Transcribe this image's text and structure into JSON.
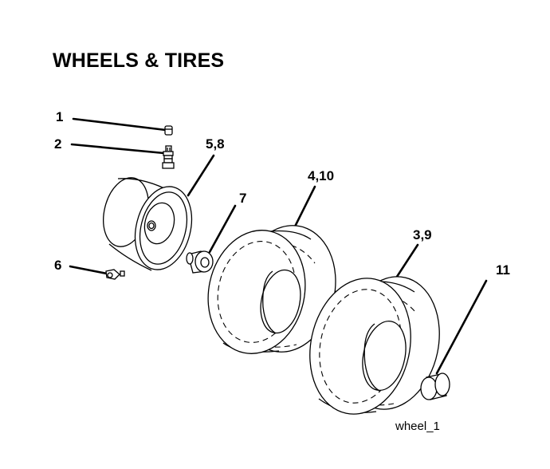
{
  "title": "WHEELS & TIRES",
  "caption": "wheel_1",
  "callouts": {
    "valve_cap": "1",
    "valve_stem": "2",
    "rim": "5,8",
    "bushing": "7",
    "grease_fitting": "6",
    "front_tire": "4,10",
    "rear_tire": "3,9",
    "end_cap": "11"
  }
}
